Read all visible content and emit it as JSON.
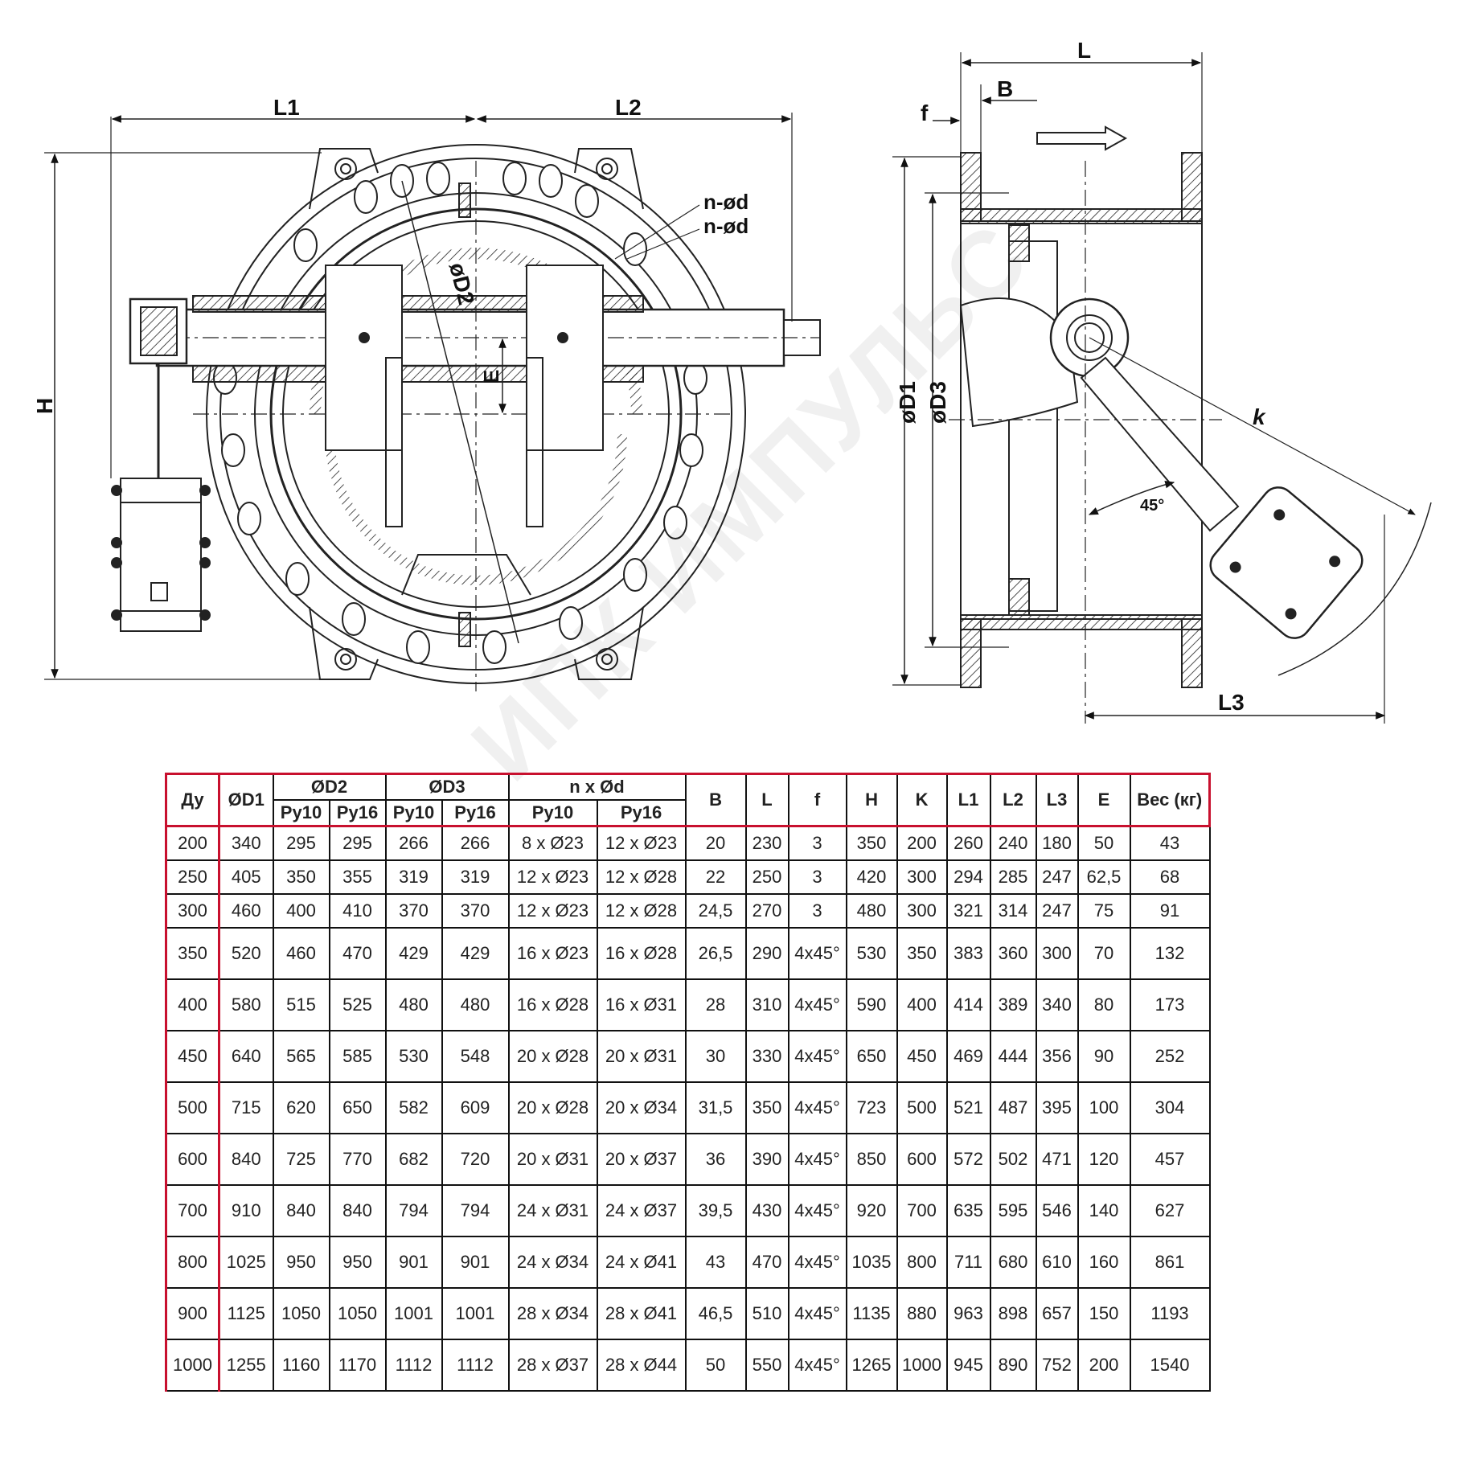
{
  "drawing": {
    "front_view": {
      "L1": "L1",
      "L2": "L2",
      "H": "H",
      "D2": "øD2",
      "E": "E",
      "n_d_1": "n-ød",
      "n_d_2": "n-ød"
    },
    "side_view": {
      "L": "L",
      "B": "B",
      "f": "f",
      "D1": "øD1",
      "D3": "øD3",
      "k": "k",
      "angle": "45°",
      "L3": "L3"
    }
  },
  "watermark": "ИПК ИМПУЛЬС",
  "table": {
    "headers": {
      "du": "Ду",
      "d1": "ØD1",
      "d2": "ØD2",
      "d3": "ØD3",
      "nd": "n x Ød",
      "py10": "Py10",
      "py16": "Py16",
      "b": "B",
      "l": "L",
      "f": "f",
      "h": "H",
      "k": "K",
      "l1": "L1",
      "l2": "L2",
      "l3": "L3",
      "e": "E",
      "weight": "Вес (кг)"
    },
    "rows": [
      [
        "200",
        "340",
        "295",
        "295",
        "266",
        "266",
        "8 x Ø23",
        "12 x Ø23",
        "20",
        "230",
        "3",
        "350",
        "200",
        "260",
        "240",
        "180",
        "50",
        "43"
      ],
      [
        "250",
        "405",
        "350",
        "355",
        "319",
        "319",
        "12 x Ø23",
        "12 x Ø28",
        "22",
        "250",
        "3",
        "420",
        "300",
        "294",
        "285",
        "247",
        "62,5",
        "68"
      ],
      [
        "300",
        "460",
        "400",
        "410",
        "370",
        "370",
        "12 x Ø23",
        "12 x Ø28",
        "24,5",
        "270",
        "3",
        "480",
        "300",
        "321",
        "314",
        "247",
        "75",
        "91"
      ],
      [
        "350",
        "520",
        "460",
        "470",
        "429",
        "429",
        "16 x Ø23",
        "16 x Ø28",
        "26,5",
        "290",
        "4x45°",
        "530",
        "350",
        "383",
        "360",
        "300",
        "70",
        "132"
      ],
      [
        "400",
        "580",
        "515",
        "525",
        "480",
        "480",
        "16 x Ø28",
        "16 x Ø31",
        "28",
        "310",
        "4x45°",
        "590",
        "400",
        "414",
        "389",
        "340",
        "80",
        "173"
      ],
      [
        "450",
        "640",
        "565",
        "585",
        "530",
        "548",
        "20 x Ø28",
        "20 x Ø31",
        "30",
        "330",
        "4x45°",
        "650",
        "450",
        "469",
        "444",
        "356",
        "90",
        "252"
      ],
      [
        "500",
        "715",
        "620",
        "650",
        "582",
        "609",
        "20 x Ø28",
        "20 x Ø34",
        "31,5",
        "350",
        "4x45°",
        "723",
        "500",
        "521",
        "487",
        "395",
        "100",
        "304"
      ],
      [
        "600",
        "840",
        "725",
        "770",
        "682",
        "720",
        "20 x Ø31",
        "20 x Ø37",
        "36",
        "390",
        "4x45°",
        "850",
        "600",
        "572",
        "502",
        "471",
        "120",
        "457"
      ],
      [
        "700",
        "910",
        "840",
        "840",
        "794",
        "794",
        "24 x Ø31",
        "24 x Ø37",
        "39,5",
        "430",
        "4x45°",
        "920",
        "700",
        "635",
        "595",
        "546",
        "140",
        "627"
      ],
      [
        "800",
        "1025",
        "950",
        "950",
        "901",
        "901",
        "24 x Ø34",
        "24 x Ø41",
        "43",
        "470",
        "4x45°",
        "1035",
        "800",
        "711",
        "680",
        "610",
        "160",
        "861"
      ],
      [
        "900",
        "1125",
        "1050",
        "1050",
        "1001",
        "1001",
        "28 x Ø34",
        "28 x Ø41",
        "46,5",
        "510",
        "4x45°",
        "1135",
        "880",
        "963",
        "898",
        "657",
        "150",
        "1193"
      ],
      [
        "1000",
        "1255",
        "1160",
        "1170",
        "1112",
        "1112",
        "28 x Ø37",
        "28 x Ø44",
        "50",
        "550",
        "4x45°",
        "1265",
        "1000",
        "945",
        "890",
        "752",
        "200",
        "1540"
      ]
    ]
  }
}
